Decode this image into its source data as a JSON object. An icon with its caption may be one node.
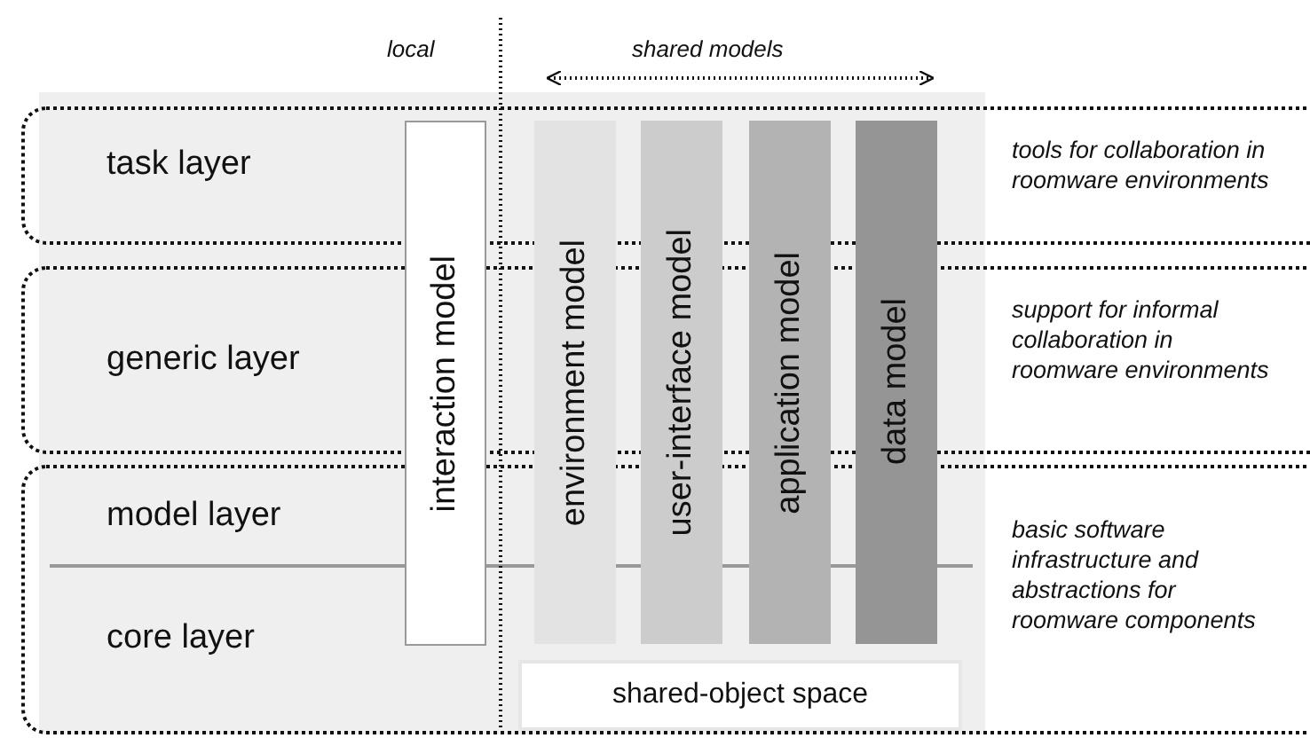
{
  "diagram": {
    "nodes": [
      {
        "text": [
          "task layer",
          "tools for collaboration in roomware environments"
        ]
      },
      {
        "text": [
          "generic layer",
          "support for informal collaboration in roomware environments"
        ]
      },
      {
        "text": [
          "model layer",
          "core layer",
          "basic software infrastructure and abstractions for roomware components"
        ]
      },
      {
        "text": [
          "interaction model"
        ]
      },
      {
        "text": [
          "environment model"
        ]
      },
      {
        "text": [
          "user-interface model"
        ]
      },
      {
        "text": [
          "application model"
        ]
      },
      {
        "text": [
          "data model"
        ]
      },
      {
        "text": [
          "shared-object space"
        ],
        "in": 2
      }
    ],
    "edges": [],
    "labels": [
      "local",
      "shared models"
    ]
  }
}
